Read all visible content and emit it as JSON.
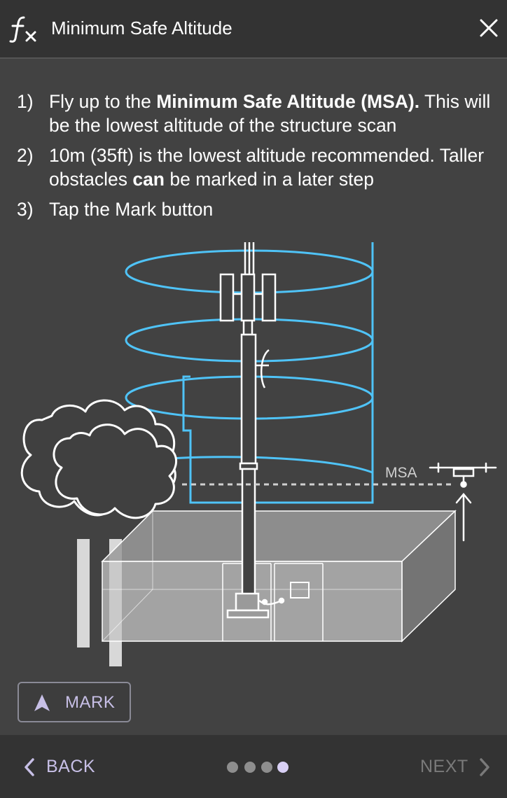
{
  "header": {
    "title": "Minimum Safe Altitude",
    "icon": "function-icon",
    "close_icon": "close-icon"
  },
  "steps": [
    {
      "number": "1)",
      "pre": "Fly up to the ",
      "bold": "Minimum Safe Altitude (MSA).",
      "post": " This will be the lowest altitude of the structure scan"
    },
    {
      "number": "2)",
      "pre": "10m (35ft) is the lowest altitude recommended. Taller obstacles ",
      "bold": "can",
      "post": " be marked in a later step"
    },
    {
      "number": "3)",
      "pre": "Tap the Mark button",
      "bold": "",
      "post": ""
    }
  ],
  "illustration": {
    "msa_label": "MSA"
  },
  "mark_button": {
    "label": "MARK",
    "icon": "navigation-arrow-icon"
  },
  "footer": {
    "back_label": "BACK",
    "next_label": "NEXT",
    "page_count": 4,
    "current_page": 4
  },
  "colors": {
    "background": "#424242",
    "header": "#333333",
    "accent": "#c7bfe6",
    "scan_path": "#4fc3f7",
    "disabled": "#7a7a7a"
  }
}
